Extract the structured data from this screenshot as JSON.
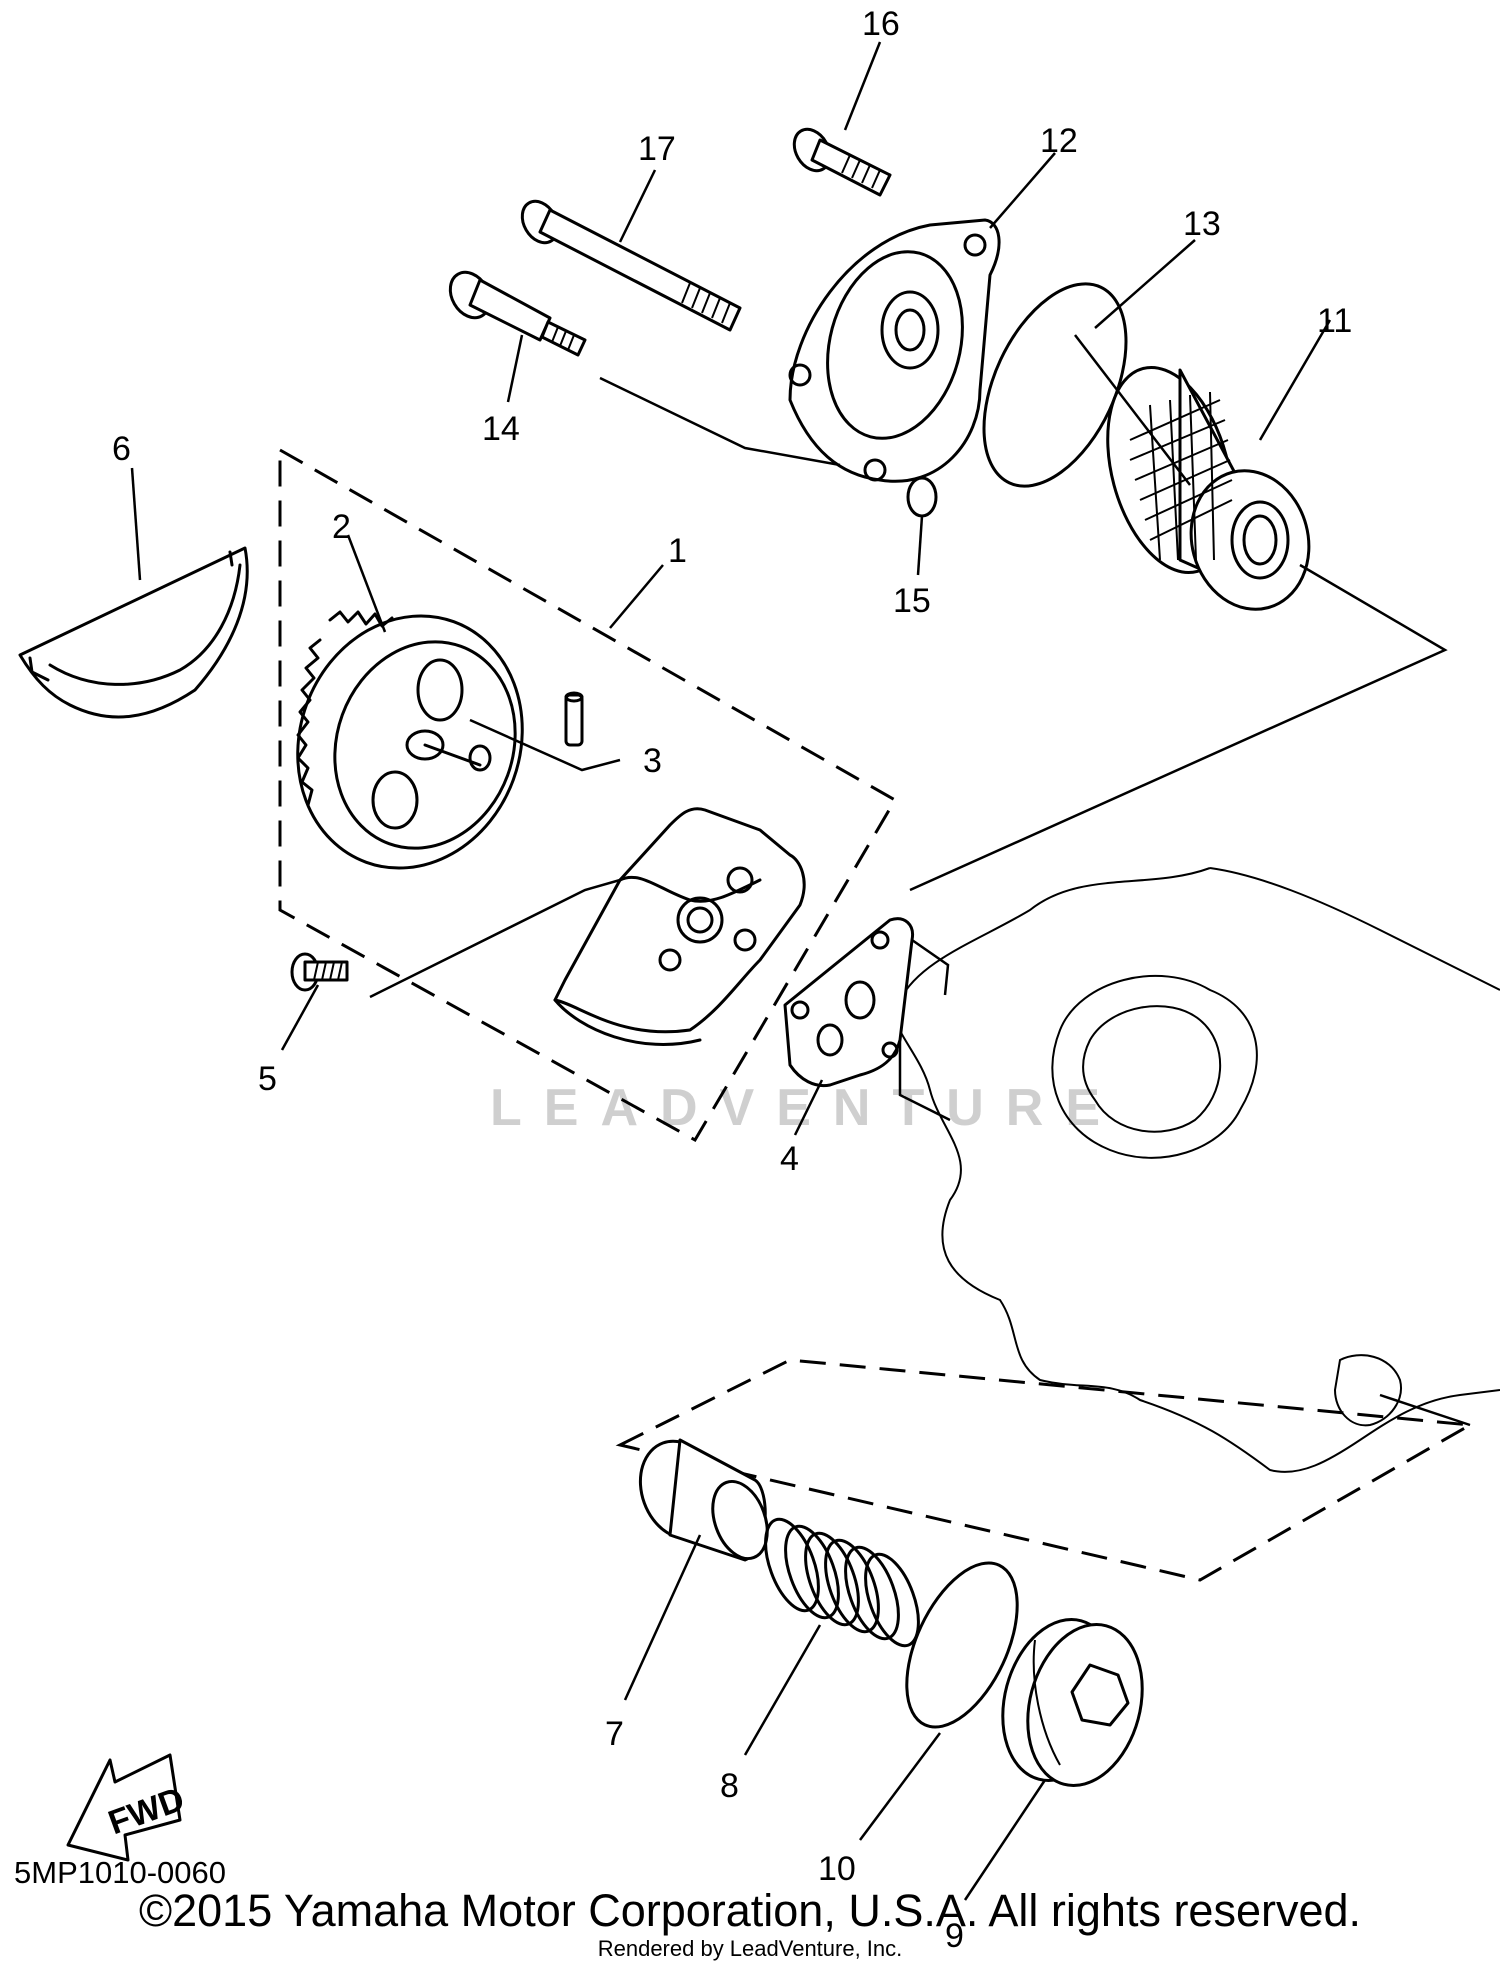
{
  "callouts": {
    "p1": "1",
    "p2": "2",
    "p3": "3",
    "p4": "4",
    "p5": "5",
    "p6": "6",
    "p7": "7",
    "p8": "8",
    "p9": "9",
    "p10": "10",
    "p11": "11",
    "p12": "12",
    "p13": "13",
    "p14": "14",
    "p15": "15",
    "p16": "16",
    "p17": "17"
  },
  "fwd_label": "FWD",
  "watermark": "LEADVENTURE",
  "diagram_code": "5MP1010-0060",
  "copyright": "©2015 Yamaha Motor Corporation, U.S.A. All rights reserved.",
  "rendered_by": "Rendered by LeadVenture, Inc."
}
